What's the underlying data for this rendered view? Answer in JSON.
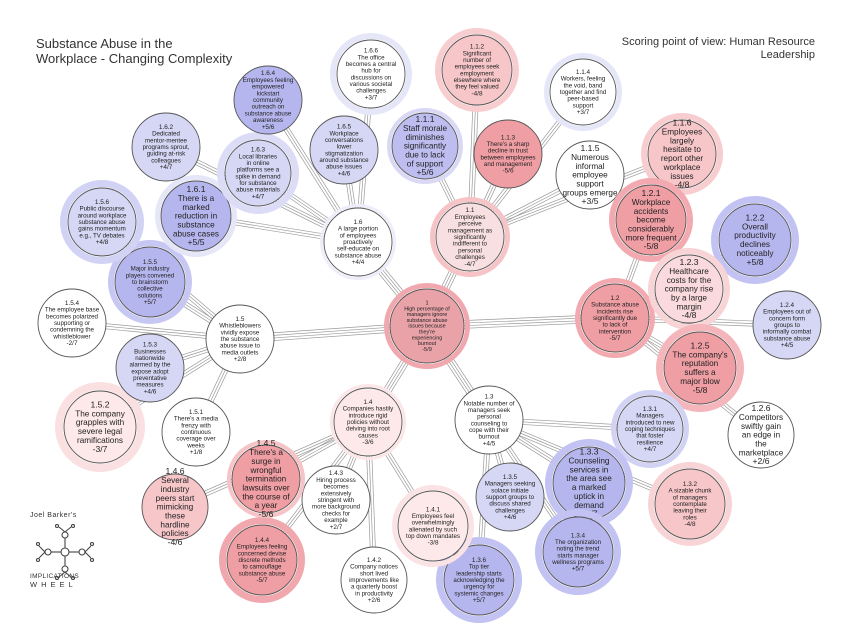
{
  "header": {
    "title": "Substance Abuse in the Workplace - Changing Complexity",
    "pov": "Scoring point of view: Human Resource Leadership"
  },
  "brand": {
    "top": "Joel Barker's",
    "mid": "IMPLICATIONS",
    "bot": "WHEEL"
  },
  "nodes": [
    {
      "id": "1",
      "level": 0,
      "c": "#e8a2a8",
      "t": "High percentage of managers ignore substance abuse issues because they're experiencing burnout",
      "s": "-5/9"
    },
    {
      "id": "1.1",
      "level": 1,
      "c": "#f8e0e2",
      "t": "Employees perceive management as significantly indifferent to personal challenges",
      "s": "-4/7"
    },
    {
      "id": "1.2",
      "level": 1,
      "c": "#ef9ea4",
      "t": "Substance abuse incidents rise significantly due to lack of intervention",
      "s": "-5/7"
    },
    {
      "id": "1.3",
      "level": 1,
      "c": "#ffffff",
      "t": "Notable number of managers seek personal counseling to cope with their burnout",
      "s": "+4/5"
    },
    {
      "id": "1.4",
      "level": 1,
      "c": "#fde9ea",
      "t": "Companies hastily introduce rigid policies without delving into root causes",
      "s": "-3/6"
    },
    {
      "id": "1.5",
      "level": 1,
      "c": "#ffffff",
      "t": "Whistleblowers vividly expose the substance abuse issue to media outlets",
      "s": "+2/8"
    },
    {
      "id": "1.6",
      "level": 1,
      "c": "#ffffff",
      "t": "A large portion of employees proactively self-educate on substance abuse",
      "s": "+4/4"
    },
    {
      "id": "1.1.1",
      "level": 2,
      "c": "#bdbdf0",
      "t": "Staff morale diminishes significantly due to lack of support",
      "s": "+5/6"
    },
    {
      "id": "1.1.2",
      "level": 2,
      "c": "#f7c6c9",
      "t": "Significant number of employees seek employment elsewhere where they feel valued",
      "s": "-4/8"
    },
    {
      "id": "1.1.3",
      "level": 2,
      "c": "#ef9ea4",
      "t": "There's a sharp decline in trust between employees and management",
      "s": "-5/6"
    },
    {
      "id": "1.1.4",
      "level": 2,
      "c": "#ffffff",
      "t": "Workers, feeling the void, band together and find peer-based support",
      "s": "+3/7"
    },
    {
      "id": "1.1.5",
      "level": 2,
      "c": "#ffffff",
      "t": "Numerous informal employee support groups emerge",
      "s": "+3/5"
    },
    {
      "id": "1.1.6",
      "level": 2,
      "c": "#f7c6c9",
      "t": "Employees largely hesitate to report other workplace issues",
      "s": "-4/8"
    },
    {
      "id": "1.2.1",
      "level": 2,
      "c": "#ef9ea4",
      "t": "Workplace accidents become considerably more frequent",
      "s": "-5/8"
    },
    {
      "id": "1.2.2",
      "level": 2,
      "c": "#b6b6ef",
      "t": "Overall productivity declines noticeably",
      "s": "+5/8"
    },
    {
      "id": "1.2.3",
      "level": 2,
      "c": "#fadadc",
      "t": "Healthcare costs for the company rise by a large margin",
      "s": "-4/8"
    },
    {
      "id": "1.2.4",
      "level": 2,
      "c": "#d6d6f5",
      "t": "Employees out of concern form groups to informally combat substance abuse",
      "s": "+4/5"
    },
    {
      "id": "1.2.5",
      "level": 2,
      "c": "#ef9ea4",
      "t": "The company's reputation suffers a major blow",
      "s": "-5/8"
    },
    {
      "id": "1.2.6",
      "level": 2,
      "c": "#ffffff",
      "t": "Competitors swiftly gain an edge in the marketplace",
      "s": "+2/6"
    },
    {
      "id": "1.3.1",
      "level": 2,
      "c": "#d6d6f5",
      "t": "Managers introduced to new coping techniques that foster resilience",
      "s": "+4/7"
    },
    {
      "id": "1.3.2",
      "level": 2,
      "c": "#f7c6c9",
      "t": "A sizable chunk of managers contemplate leaving their roles",
      "s": "-4/8"
    },
    {
      "id": "1.3.3",
      "level": 2,
      "c": "#b6b6ef",
      "t": "Counseling services in the area see a marked uptick in demand",
      "s": "+5/7"
    },
    {
      "id": "1.3.4",
      "level": 2,
      "c": "#b6b6ef",
      "t": "The organization noting the trend starts manager wellness programs",
      "s": "+5/7"
    },
    {
      "id": "1.3.5",
      "level": 2,
      "c": "#d6d6f5",
      "t": "Managers seeking solace initiate support groups to discuss shared challenges",
      "s": "+4/6"
    },
    {
      "id": "1.3.6",
      "level": 2,
      "c": "#b6b6ef",
      "t": "Top tier leadership starts acknowledging the urgency for systemic changes",
      "s": "+5/7"
    },
    {
      "id": "1.4.1",
      "level": 2,
      "c": "#fde9ea",
      "t": "Employees feel overwhelmingly alienated by such top down mandates",
      "s": "-3/8"
    },
    {
      "id": "1.4.2",
      "level": 2,
      "c": "#ffffff",
      "t": "Company notices short lived improvements like a quarterly boost in productivity",
      "s": "+2/6"
    },
    {
      "id": "1.4.3",
      "level": 2,
      "c": "#ffffff",
      "t": "Hiring process becomes extensively stringent with more background checks for example",
      "s": "+2/7"
    },
    {
      "id": "1.4.4",
      "level": 2,
      "c": "#ef9ea4",
      "t": "Employees feeling concerned devise discrete methods to camouflage substance abuse",
      "s": "-5/7"
    },
    {
      "id": "1.4.5",
      "level": 2,
      "c": "#ef9ea4",
      "t": "There's a surge in wrongful termination lawsuits over the course of a year",
      "s": "-5/6"
    },
    {
      "id": "1.4.6",
      "level": 2,
      "c": "#f7c6c9",
      "t": "Several industry peers start mimicking these hardline policies",
      "s": "-4/6"
    },
    {
      "id": "1.5.1",
      "level": 2,
      "c": "#ffffff",
      "t": "There's a media frenzy with continuous coverage over weeks",
      "s": "+1/8"
    },
    {
      "id": "1.5.2",
      "level": 2,
      "c": "#fde9ea",
      "t": "The company grapples with severe legal ramifications",
      "s": "-3/7"
    },
    {
      "id": "1.5.3",
      "level": 2,
      "c": "#d6d6f5",
      "t": "Businesses nationwide alarmed by the expose adopt preventative measures",
      "s": "+4/6"
    },
    {
      "id": "1.5.4",
      "level": 2,
      "c": "#ffffff",
      "t": "The employee base becomes polarized supporting or condemning the whistleblower",
      "s": "-2/7"
    },
    {
      "id": "1.5.5",
      "level": 2,
      "c": "#b6b6ef",
      "t": "Major industry players convened to brainstorm collective solutions",
      "s": "+5/7"
    },
    {
      "id": "1.5.6",
      "level": 2,
      "c": "#d6d6f5",
      "t": "Public discourse around workplace substance abuse gains momentum e.g., TV debates",
      "s": "+4/8"
    },
    {
      "id": "1.6.1",
      "level": 2,
      "c": "#b6b6ef",
      "t": "There is a marked reduction in substance abuse cases",
      "s": "+5/5"
    },
    {
      "id": "1.6.2",
      "level": 2,
      "c": "#d6d6f5",
      "t": "Dedicated mentor-mentee programs sprout, guiding at-risk colleagues",
      "s": "+4/7"
    },
    {
      "id": "1.6.3",
      "level": 2,
      "c": "#d6d6f5",
      "t": "Local libraries in online platforms see a spike in demand for substance abuse materials",
      "s": "+4/7"
    },
    {
      "id": "1.6.4",
      "level": 2,
      "c": "#b6b6ef",
      "t": "Employees feeling empowered kickstart community outreach on substance abuse awareness",
      "s": "+5/6"
    },
    {
      "id": "1.6.5",
      "level": 2,
      "c": "#d6d6f5",
      "t": "Workplace conversations lower stigmatization around substance abuse issues",
      "s": "+4/6"
    },
    {
      "id": "1.6.6",
      "level": 2,
      "c": "#ffffff",
      "t": "The office becomes a central hub for discussions on various societal challenges",
      "s": "+3/7"
    }
  ]
}
